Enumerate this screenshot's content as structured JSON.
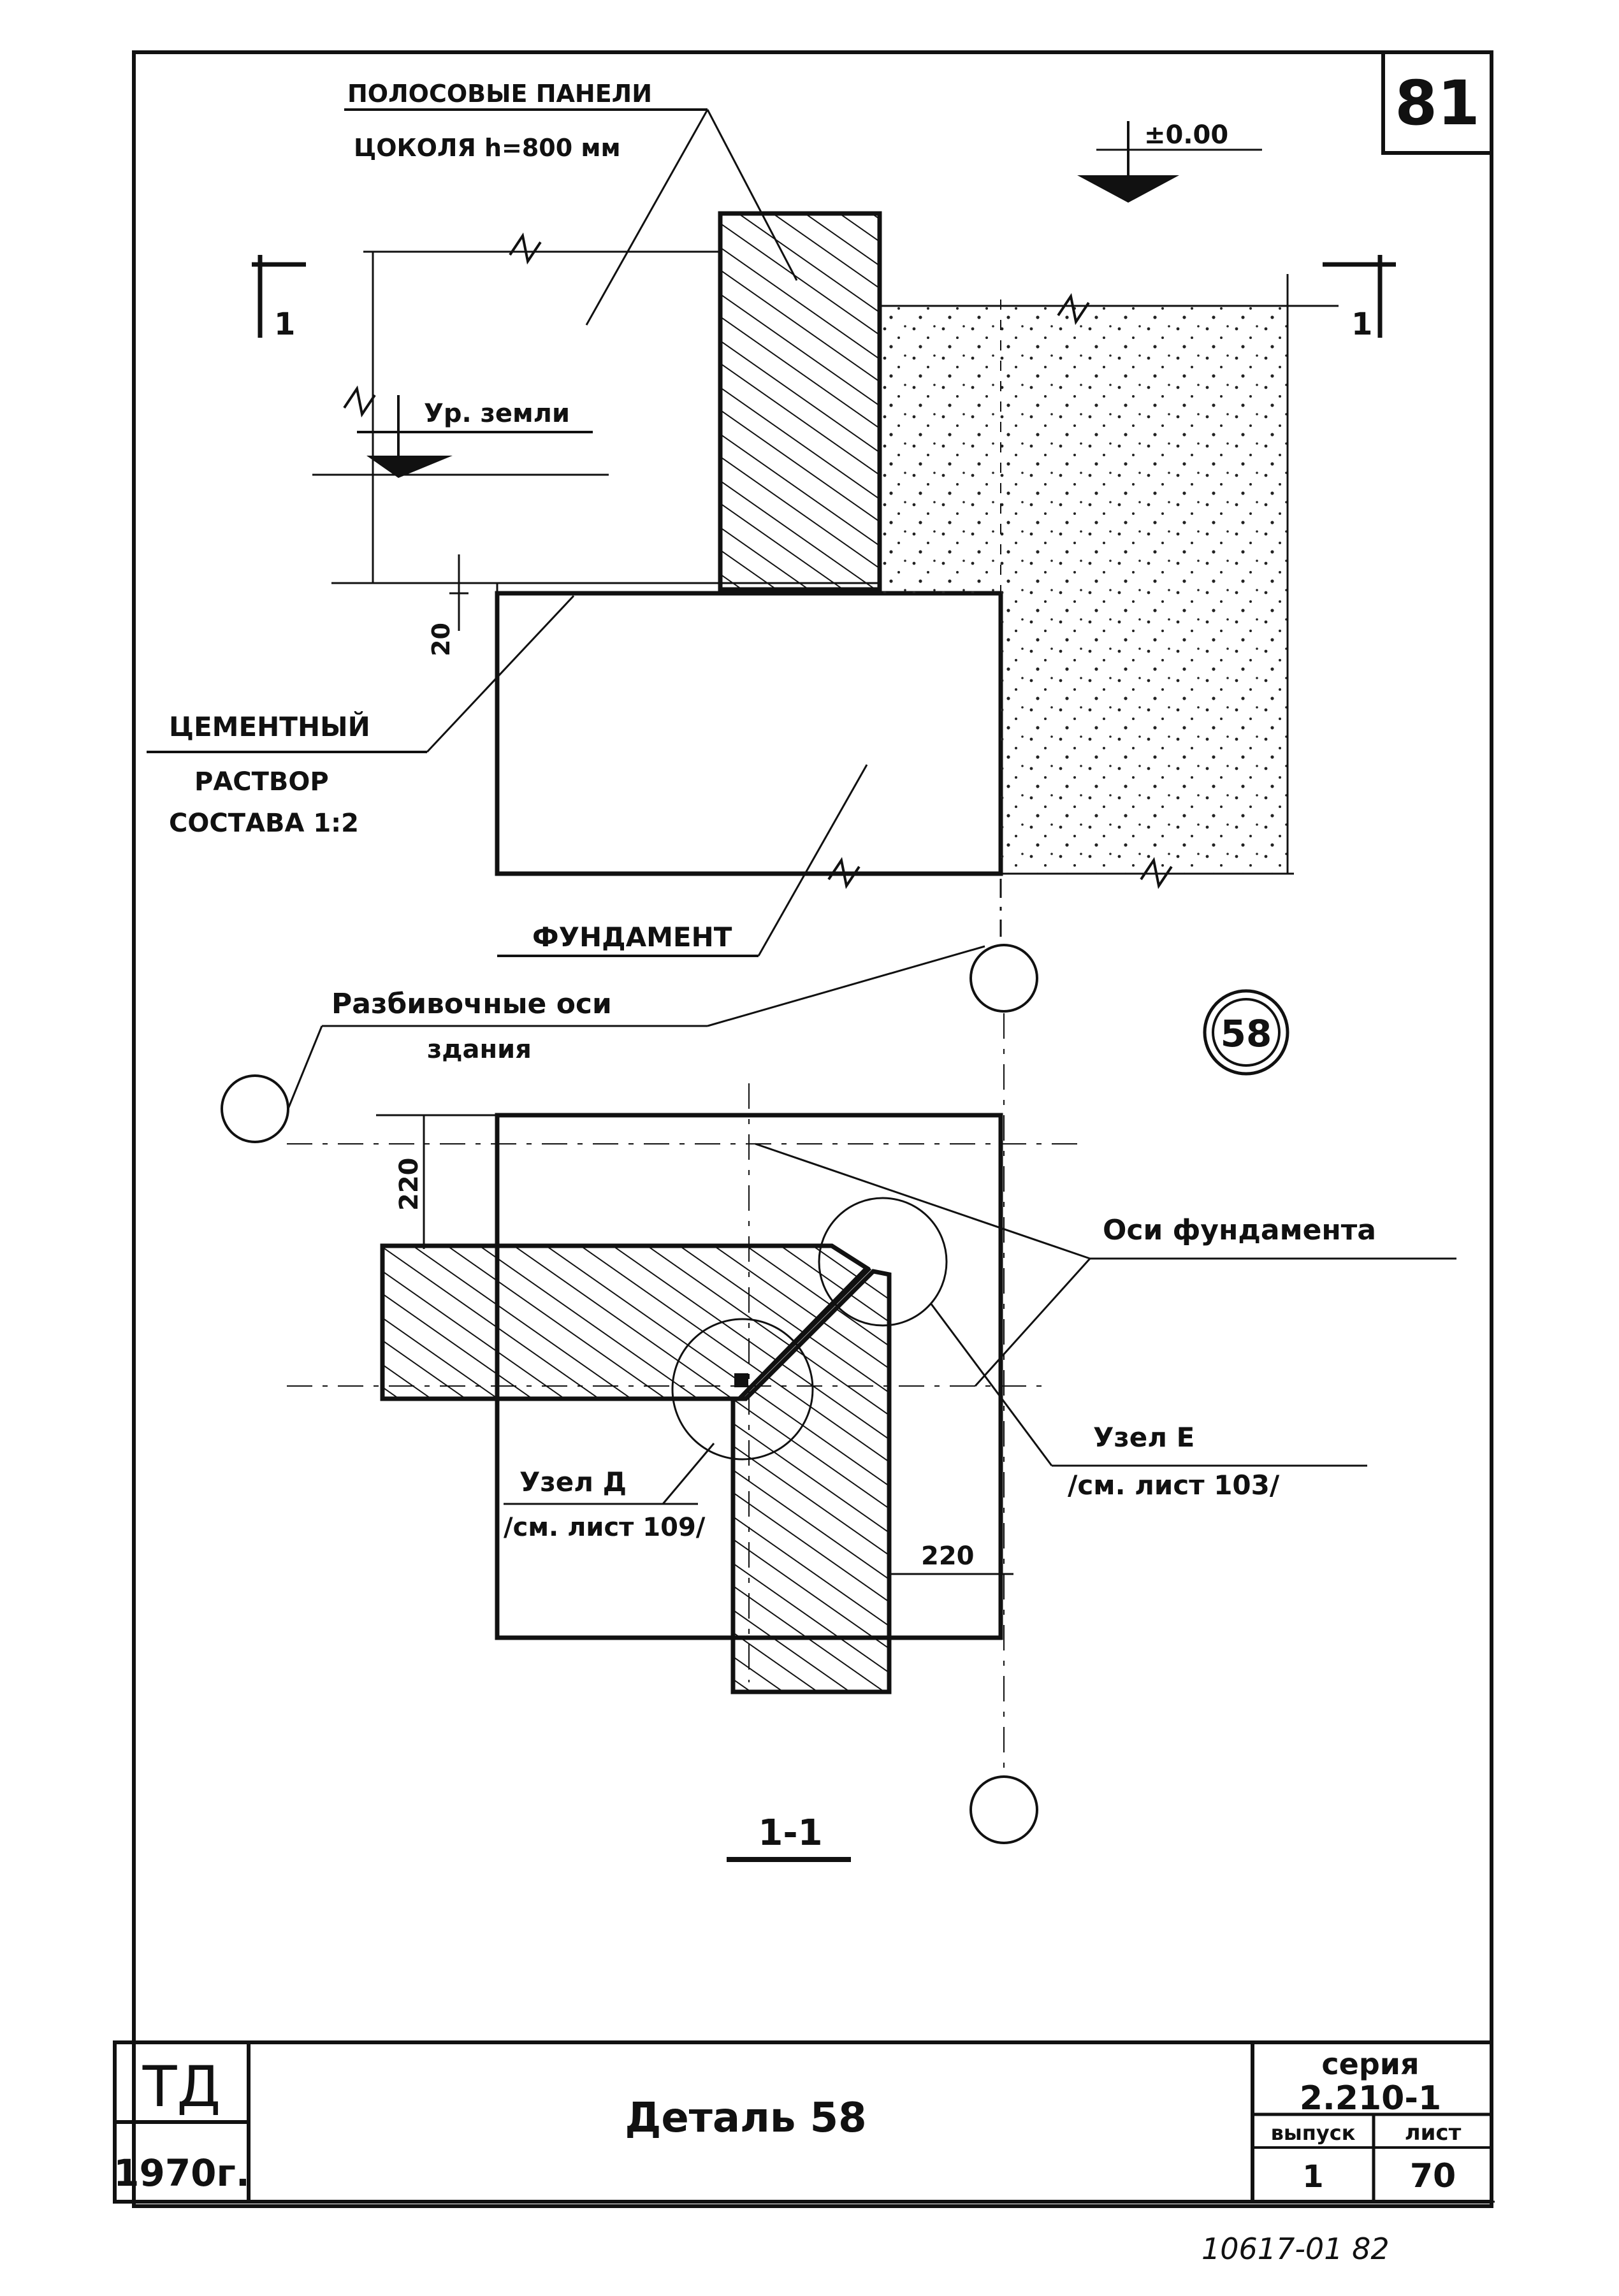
{
  "sheet_number": "81",
  "top_view": {
    "panel_label_line1": "ПОЛОСОВЫЕ ПАНЕЛИ",
    "panel_label_line2": "ЦОКОЛЯ h=800 мм",
    "elevation_mark": "±0.00",
    "ground_level": "Ур. земли",
    "section_mark_left": "1",
    "section_mark_right": "1",
    "dim_20": "20",
    "mortar_line1": "ЦЕМЕНТНЫЙ",
    "mortar_line2": "РАСТВОР",
    "mortar_line3": "СОСТАВА 1:2",
    "foundation": "ФУНДАМЕНТ"
  },
  "plan_view": {
    "building_axes_line1": "Разбивочные оси",
    "building_axes_line2": "здания",
    "detail_number": "58",
    "foundation_axes": "Оси фундамента",
    "dim_220_vertical": "220",
    "dim_220_horizontal": "220",
    "node_d_line1": "Узел Д",
    "node_d_line2": "/см. лист 109/",
    "node_e_line1": "Узел Е",
    "node_e_line2": "/см. лист 103/",
    "section_title": "1-1"
  },
  "title_block": {
    "org": "ТД",
    "year": "1970г.",
    "title": "Деталь 58",
    "series_label": "серия",
    "series_value": "2.210-1",
    "issue_label": "выпуск",
    "issue_value": "1",
    "sheet_label": "лист",
    "sheet_value": "70"
  },
  "footer_stamp": "10617-01 82",
  "colors": {
    "ink": "#111111",
    "paper": "#ffffff"
  }
}
